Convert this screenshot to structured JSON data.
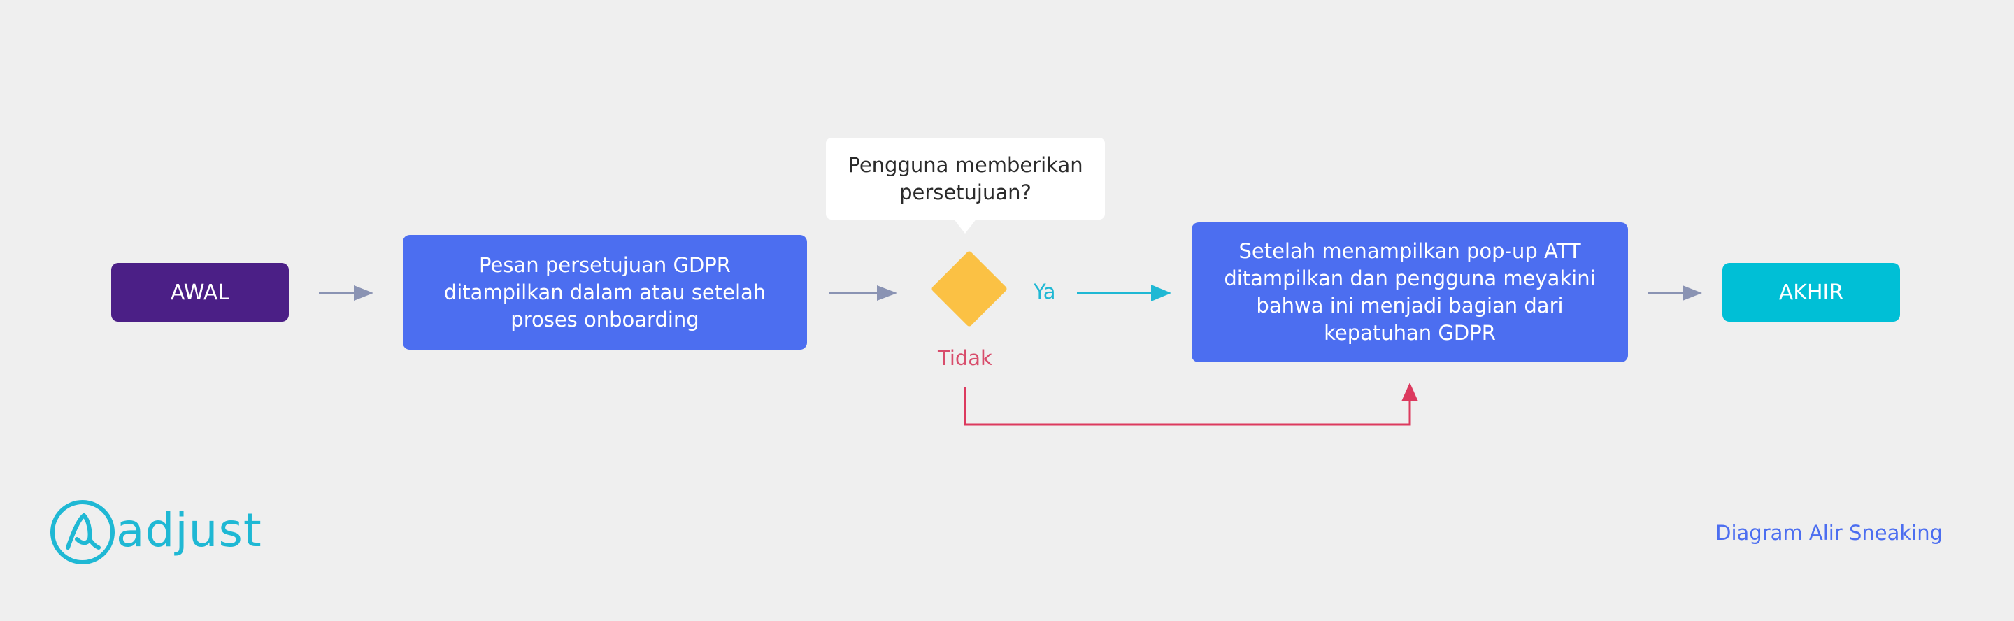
{
  "nodes": {
    "start": "AWAL",
    "step1": "Pesan persetujuan GDPR ditampilkan dalam atau setelah proses onboarding",
    "decision": "Pengguna memberikan persetujuan?",
    "step2": "Setelah menampilkan pop-up ATT ditampilkan dan pengguna meyakini bahwa ini menjadi bagian dari kepatuhan GDPR",
    "end": "AKHIR"
  },
  "branches": {
    "yes": "Ya",
    "no": "Tidak"
  },
  "footer": {
    "brand": "adjust",
    "title": "Diagram Alir Sneaking"
  },
  "colors": {
    "start": "#4b1f86",
    "process": "#4c6ef0",
    "decision": "#fbc144",
    "end": "#00bfd6",
    "yes_arrow": "#1fb8d4",
    "no_arrow": "#dc3a5e",
    "connector": "#8a93b3"
  }
}
